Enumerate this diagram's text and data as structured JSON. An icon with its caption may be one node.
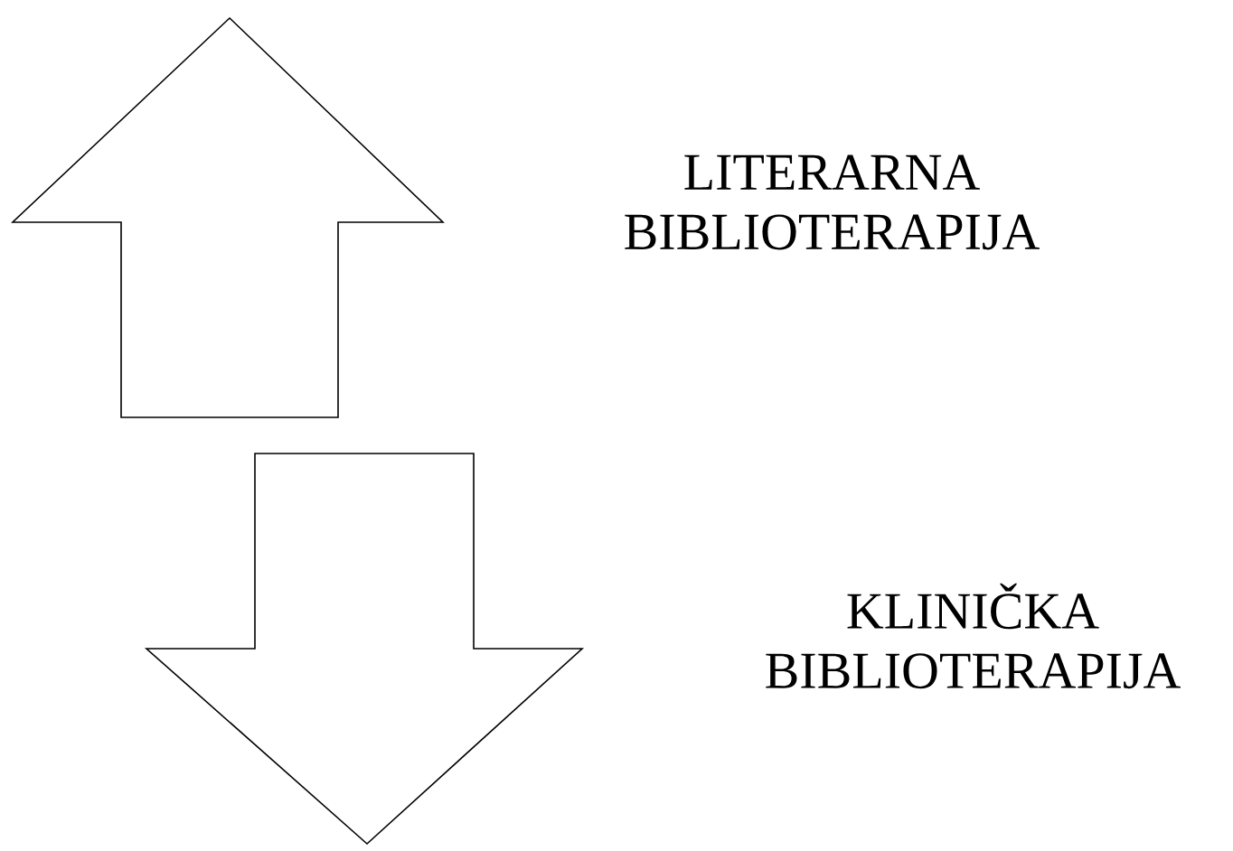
{
  "diagram": {
    "nodes": [
      {
        "text": [],
        "shape": "arrow",
        "beside": [
          "LITERARNA BIBLIOTERAPIJA"
        ]
      },
      {
        "text": [],
        "shape": "arrow",
        "beside": [
          "KLINIČKA BIBLIOTERAPIJA"
        ]
      }
    ]
  }
}
